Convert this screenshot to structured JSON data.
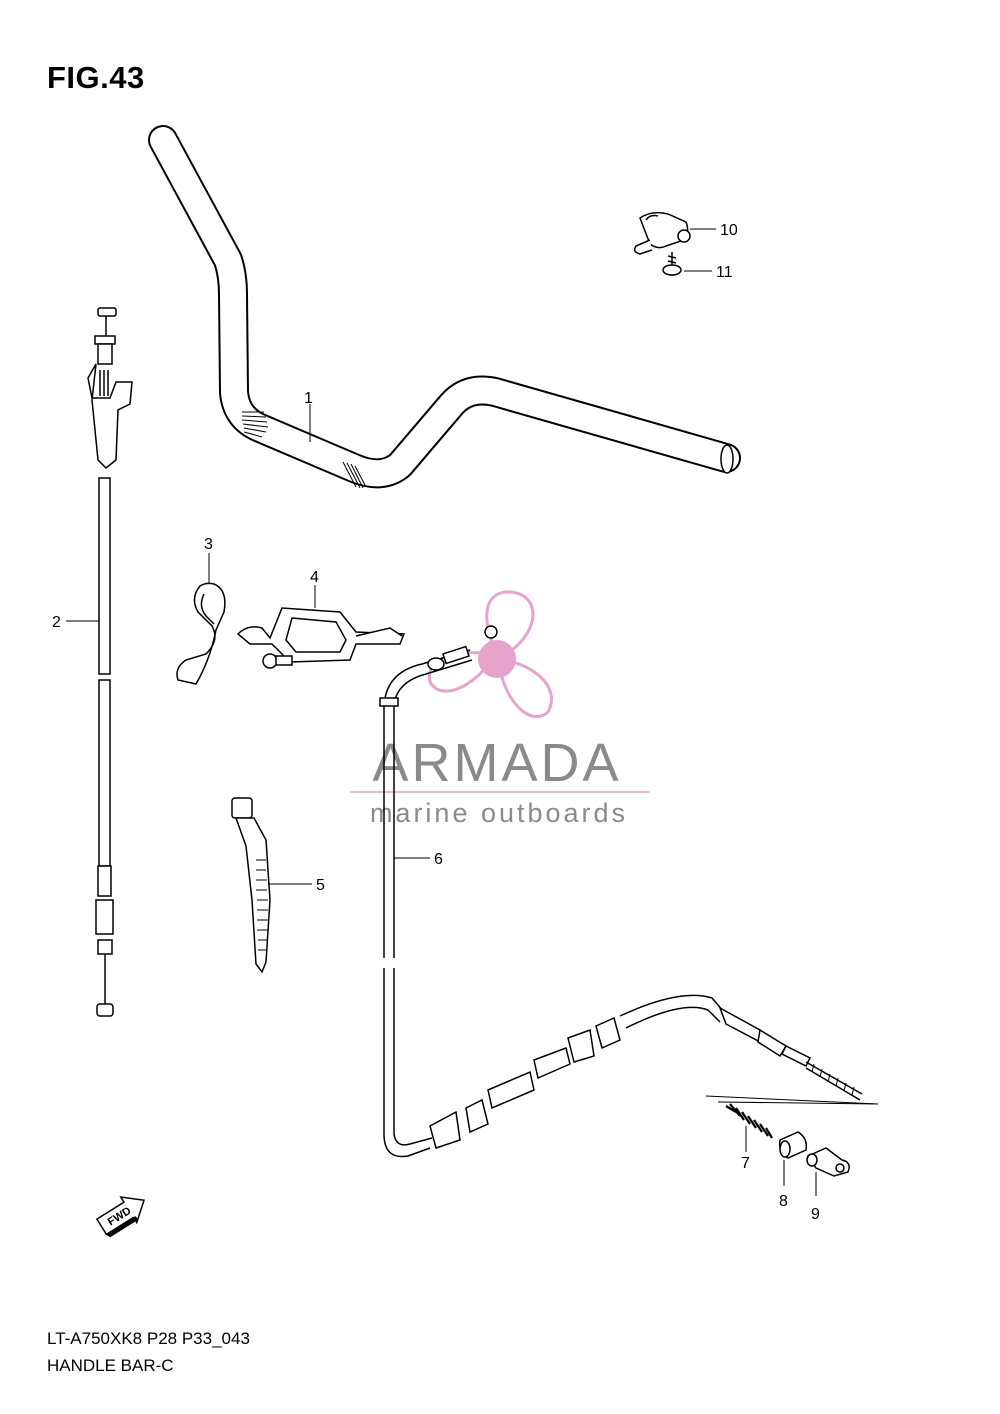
{
  "figure": {
    "title": "FIG.43",
    "code": "LT-A750XK8 P28 P33_043",
    "name": "HANDLE BAR-C"
  },
  "callouts": {
    "c1": "1",
    "c2": "2",
    "c3": "3",
    "c4": "4",
    "c5": "5",
    "c6": "6",
    "c7": "7",
    "c8": "8",
    "c9": "9",
    "c10": "10",
    "c11": "11"
  },
  "watermark": {
    "name": "ARMADA",
    "tagline": "marine outboards",
    "logo_color": "#e6a3cc",
    "text_color": "#8a8a8a"
  },
  "direction_arrow": {
    "label": "FWD",
    "icon": "fwd-arrow-icon"
  }
}
